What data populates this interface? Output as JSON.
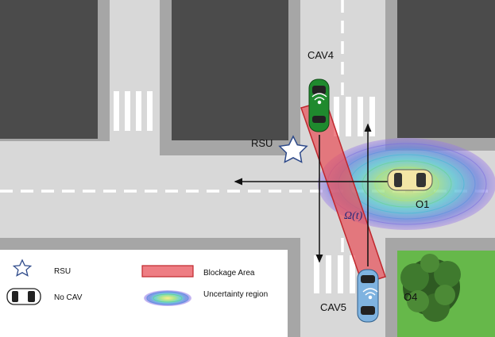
{
  "labels": {
    "cav4": "CAV4",
    "cav5": "CAV5",
    "rsu": "RSU",
    "o1": "O1",
    "o4": "O4",
    "omega": "Ω(t)"
  },
  "legend": {
    "rsu": "RSU",
    "no_cav": "No CAV",
    "blockage": "Blockage Area",
    "uncertainty": "Uncertainty region"
  },
  "colors": {
    "road": "#d6d6d6",
    "building": "#4a4a4a",
    "curb": "#a3a3a3",
    "grass": "#66b84a",
    "blockage_fill": "#e8525a",
    "blockage_stroke": "#c0272d",
    "cav4": "#1f8a2e",
    "cav5": "#7fb3e0",
    "o1": "#f3e6a6",
    "rsu": "#ffffff"
  },
  "icons": {
    "rsu": "star-icon",
    "no_cav": "car-icon",
    "tree": "tree-icon"
  }
}
